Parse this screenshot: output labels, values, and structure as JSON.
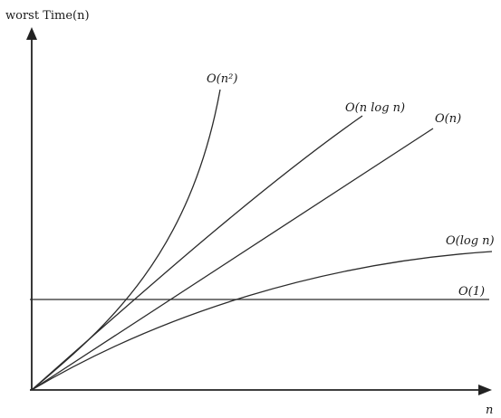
{
  "axes": {
    "y_label": "worst Time(n)",
    "x_label": "n"
  },
  "curves": {
    "n_squared": "O(n²)",
    "n_log_n": "O(n log n)",
    "linear": "O(n)",
    "log_n": "O(log n)",
    "constant": "O(1)"
  }
}
